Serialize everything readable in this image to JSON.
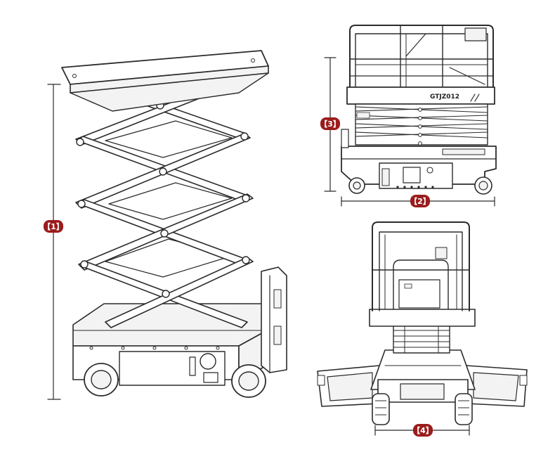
{
  "figure": {
    "model_label": "GTJZ012",
    "badge_color": "#9b1c1c",
    "dimension_labels": {
      "height_extended": "【1】",
      "length": "【2】",
      "height_stowed": "【3】",
      "width": "【4】"
    },
    "views": [
      "isometric-raised",
      "side-stowed",
      "front-rear-outriggers"
    ]
  }
}
